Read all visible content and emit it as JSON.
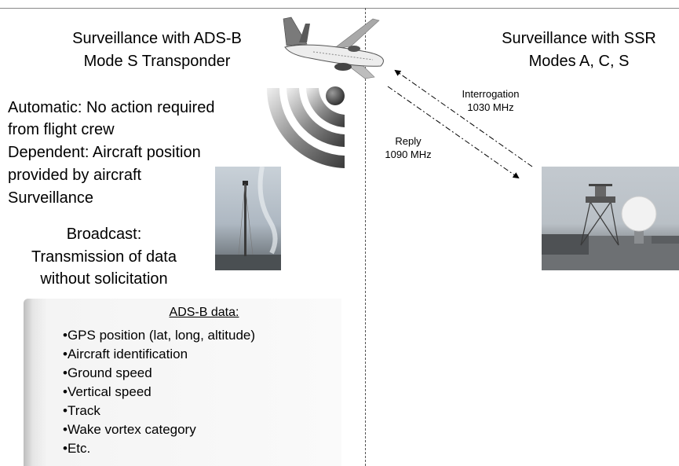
{
  "left": {
    "title_line1": "Surveillance with ADS-B",
    "title_line2": "Mode S Transponder",
    "automatic_line1": "Automatic: No action required",
    "automatic_line2": "from flight crew",
    "dependent_line1": "Dependent: Aircraft position",
    "dependent_line2": "provided by aircraft",
    "dependent_line3": "Surveillance",
    "broadcast_line1": "Broadcast:",
    "broadcast_line2": "Transmission of data",
    "broadcast_line3": "without solicitation"
  },
  "right": {
    "title_line1": "Surveillance with SSR",
    "title_line2": "Modes A, C, S"
  },
  "links": {
    "interrogation_label": "Interrogation",
    "interrogation_freq": "1030 MHz",
    "reply_label": "Reply",
    "reply_freq": "1090 MHz"
  },
  "ads_b_data": {
    "heading": "ADS-B data:",
    "items": [
      "GPS position (lat, long, altitude)",
      "Aircraft identification",
      "Ground speed",
      "Vertical speed",
      "Track",
      "Wake vortex category",
      "Etc."
    ]
  },
  "icons": {
    "aircraft": "aircraft-icon",
    "broadcast": "broadcast-waves-icon",
    "antenna": "antenna-mast-photo",
    "radar": "radar-station-photo"
  }
}
